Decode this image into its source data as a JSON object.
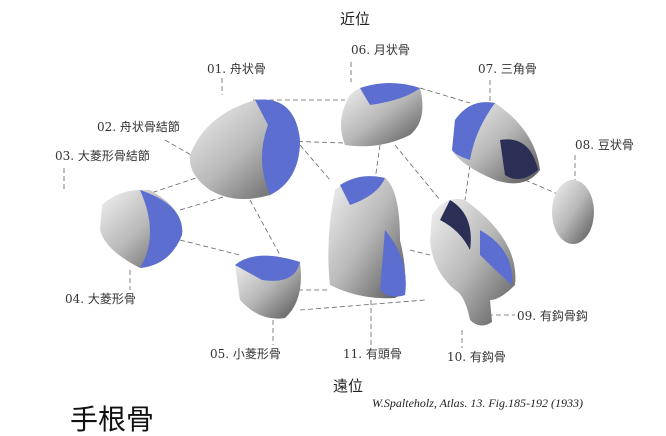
{
  "orientation": {
    "proximal": "近位",
    "distal": "遠位"
  },
  "title": "手根骨",
  "credit": "W.Spalteholz, Atlas. 13. Fig.185-192 (1933)",
  "colors": {
    "bone": "#b9b9b9",
    "articular": "#5c6fd0",
    "shadow": "#2b2f55",
    "line": "#666666"
  },
  "labels": {
    "l01": "01. 舟状骨",
    "l02": "02. 舟状骨結節",
    "l03": "03. 大菱形骨結節",
    "l04": "04. 大菱形骨",
    "l05": "05. 小菱形骨",
    "l06": "06. 月状骨",
    "l07": "07. 三角骨",
    "l08": "08. 豆状骨",
    "l09": "09. 有鈎骨鈎",
    "l10": "10. 有鈎骨",
    "l11": "11. 有頭骨"
  }
}
